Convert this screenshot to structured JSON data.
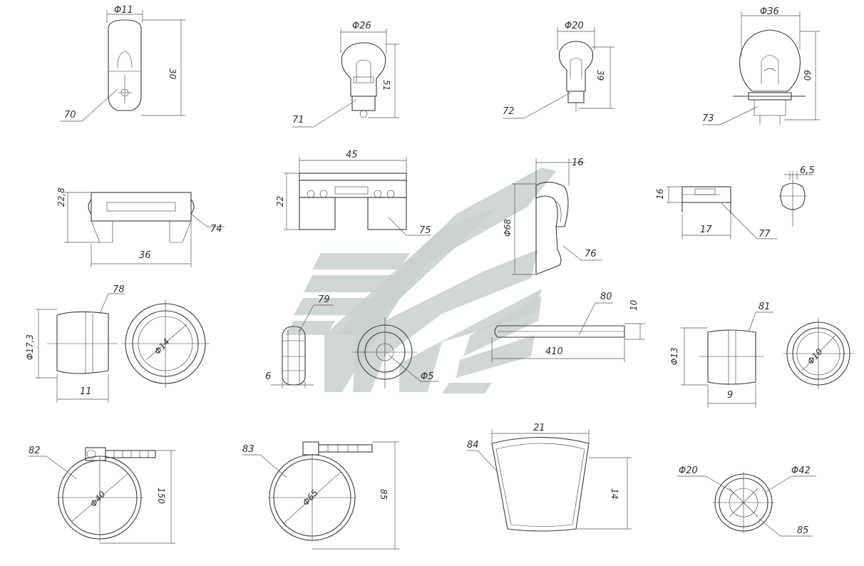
{
  "labels": {
    "p70": "70",
    "p71": "71",
    "p72": "72",
    "p73": "73",
    "p74": "74",
    "p75": "75",
    "p76": "76",
    "p77": "77",
    "p78": "78",
    "p79": "79",
    "p80": "80",
    "p81": "81",
    "p82": "82",
    "p83": "83",
    "p84": "84",
    "p85": "85"
  },
  "dims": {
    "d70_dia": "Φ11",
    "d70_h": "30",
    "d71_dia": "Φ26",
    "d71_h": "51",
    "d72_dia": "Φ20",
    "d72_h": "39",
    "d73_dia": "Φ36",
    "d73_h": "60",
    "d74_h": "22,8",
    "d74_w": "36",
    "d75_w": "45",
    "d75_h": "22",
    "d76_w": "16",
    "d76_dia": "Φ68",
    "d77_h": "16",
    "d77_w": "17",
    "d77_pin": "6,5",
    "d78_dia": "Φ17,3",
    "d78_w": "11",
    "d78_inner": "Φ14",
    "d79_w": "6",
    "d79_dia": "Φ5",
    "d80_h": "10",
    "d80_w": "410",
    "d81_dia": "Φ13",
    "d81_w": "9",
    "d81_inner": "Φ10",
    "d82_dia": "Φ40",
    "d82_h": "150",
    "d83_dia": "Φ65",
    "d83_h": "85",
    "d84_w": "21",
    "d84_h": "14",
    "d85_in": "Φ20",
    "d85_out": "Φ42"
  },
  "colors": {
    "line": "#3a3a3a",
    "watermark": "#c9d1cd"
  }
}
